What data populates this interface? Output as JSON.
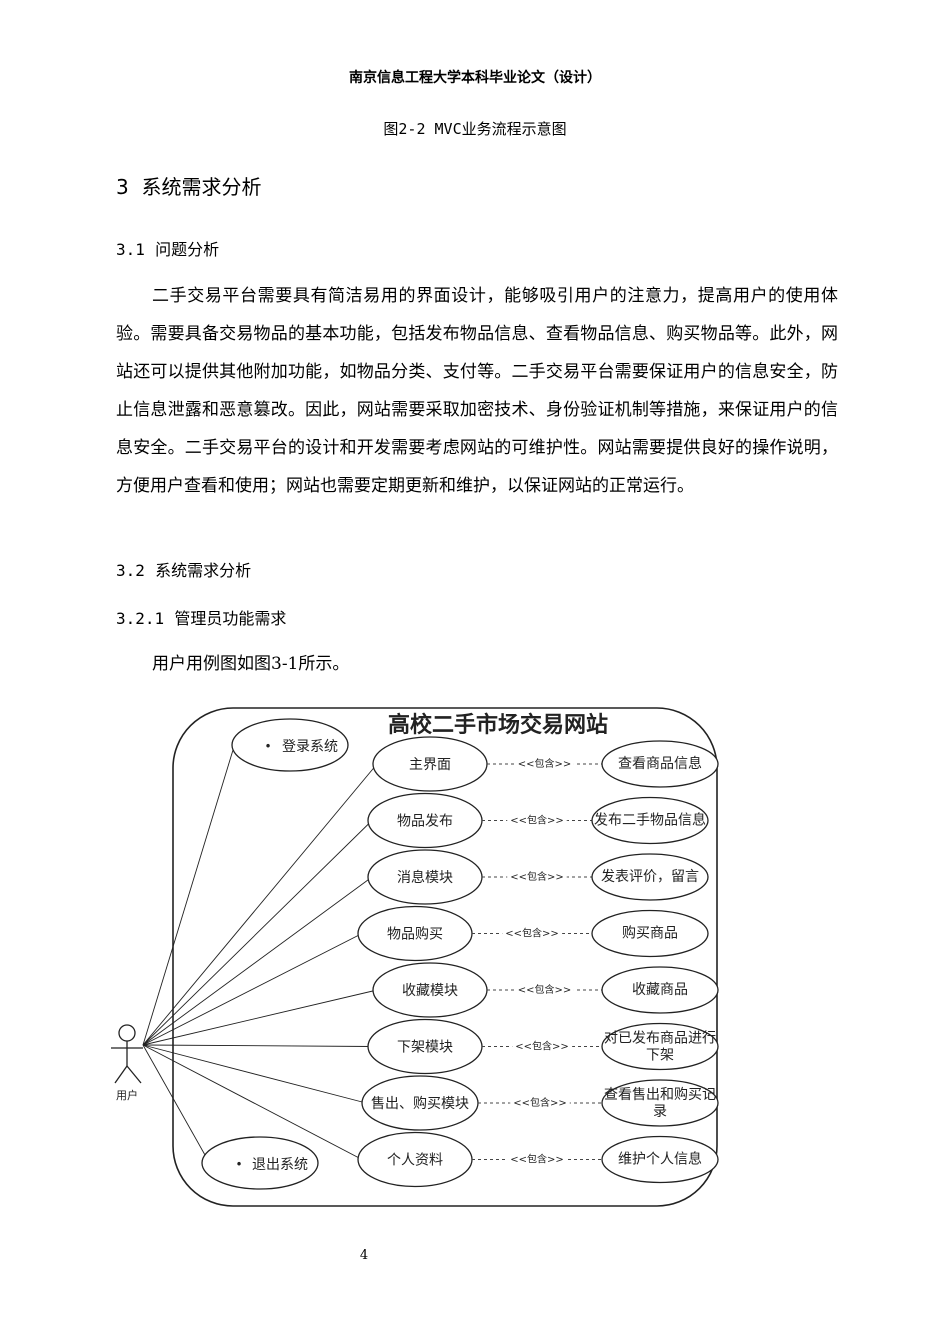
{
  "header": "南京信息工程大学本科毕业论文（设计）",
  "figure_prev_caption": "图2-2 MVC业务流程示意图",
  "section": {
    "number": "3",
    "title": "系统需求分析"
  },
  "subsections": [
    {
      "number": "3.1",
      "title": "问题分析"
    },
    {
      "number": "3.2",
      "title": "系统需求分析"
    },
    {
      "number": "3.2.1",
      "title": "管理员功能需求"
    }
  ],
  "body_paragraph": "二手交易平台需要具有简洁易用的界面设计，能够吸引用户的注意力，提高用户的使用体验。需要具备交易物品的基本功能，包括发布物品信息、查看物品信息、购买物品等。此外，网站还可以提供其他附加功能，如物品分类、支付等。二手交易平台需要保证用户的信息安全，防止信息泄露和恶意篡改。因此，网站需要采取加密技术、身份验证机制等措施，来保证用户的信息安全。二手交易平台的设计和开发需要考虑网站的可维护性。网站需要提供良好的操作说明，方便用户查看和使用；网站也需要定期更新和维护，以保证网站的正常运行。",
  "figure_intro": "用户用例图如图3-1所示。",
  "diagram": {
    "title": "高校二手市场交易网站",
    "actor": "用户",
    "login": "登录系统",
    "logout": "退出系统",
    "include_label": "<<包含>>",
    "use_cases": [
      {
        "name": "主界面",
        "included": [
          "查看商品信息"
        ]
      },
      {
        "name": "物品发布",
        "included": [
          "发布二手物品信息"
        ]
      },
      {
        "name": "消息模块",
        "included": [
          "发表评价，留言"
        ]
      },
      {
        "name": "物品购买",
        "included": [
          "购买商品"
        ]
      },
      {
        "name": "收藏模块",
        "included": [
          "收藏商品"
        ]
      },
      {
        "name": "下架模块",
        "included": [
          "对已发布商品进行",
          "下架"
        ]
      },
      {
        "name": "售出、购买模块",
        "included": [
          "查看售出和购买记",
          "录"
        ]
      },
      {
        "name": "个人资料",
        "included": [
          "维护个人信息"
        ]
      }
    ]
  },
  "page_number": "4"
}
